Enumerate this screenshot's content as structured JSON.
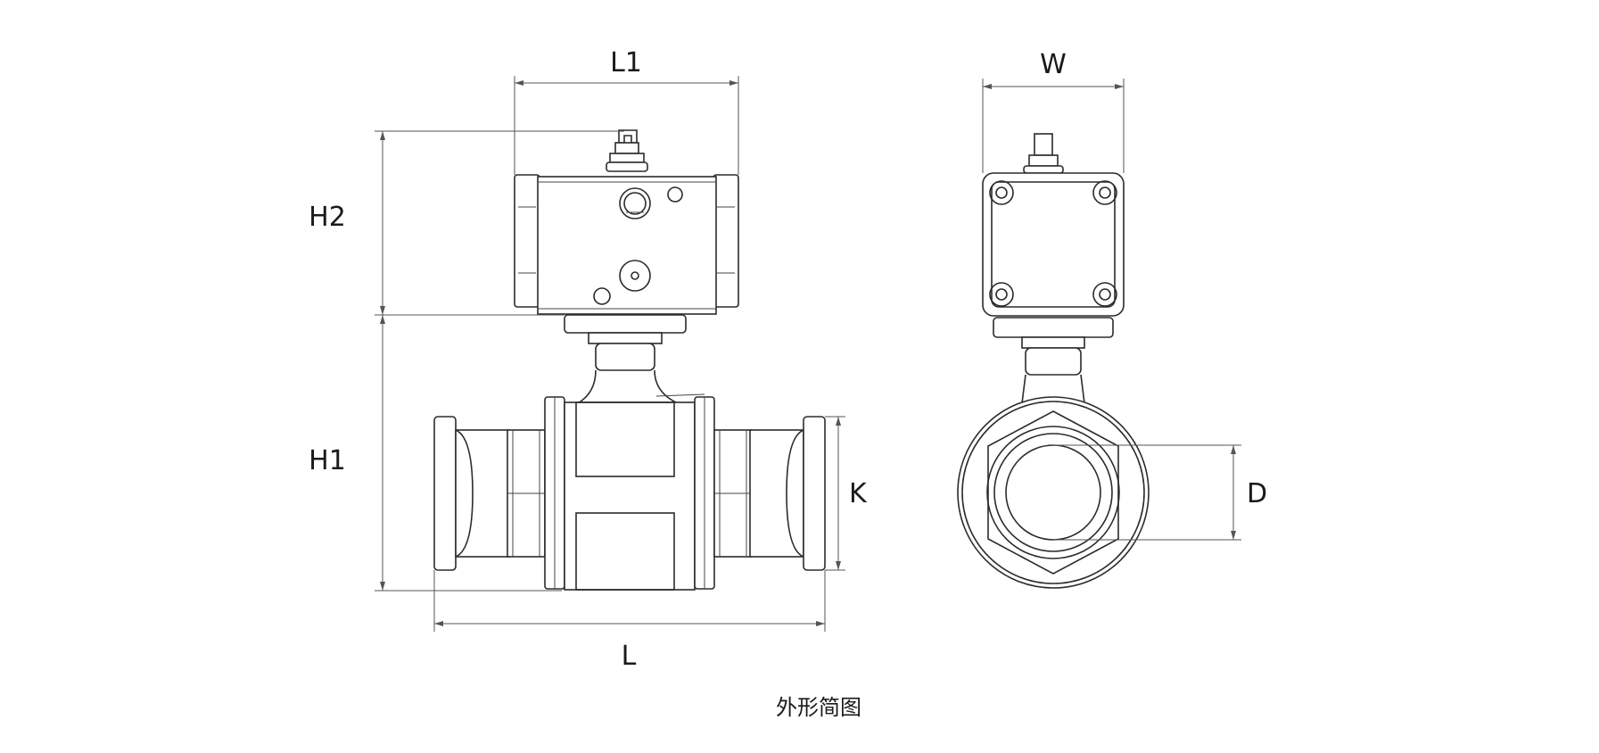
{
  "labels": {
    "L1": "L1",
    "W": "W",
    "H2": "H2",
    "H1": "H1",
    "K": "K",
    "D": "D",
    "L": "L"
  },
  "caption": "外形简图"
}
